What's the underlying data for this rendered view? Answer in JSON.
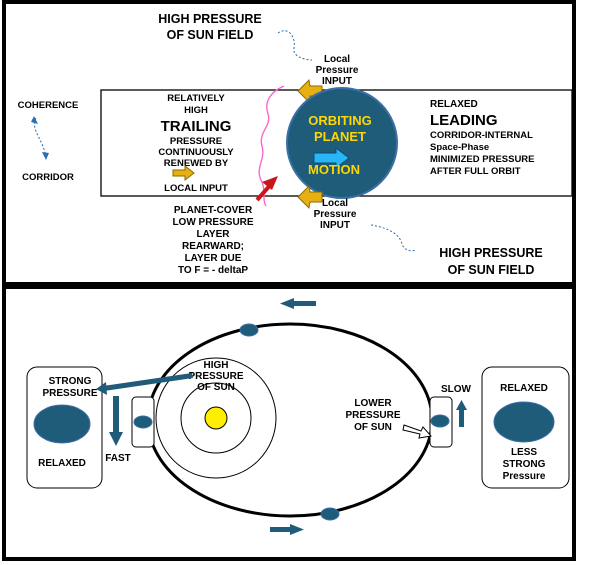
{
  "top": {
    "high_pressure_top": [
      "HIGH PRESSURE",
      "OF SUN FIELD"
    ],
    "high_pressure_bottom": [
      "HIGH PRESSURE",
      "OF SUN FIELD"
    ],
    "local_pressure_top": [
      "Local",
      "Pressure",
      "INPUT"
    ],
    "local_pressure_bottom": [
      "Local",
      "Pressure",
      "INPUT"
    ],
    "coherence": "COHERENCE",
    "corridor": "CORRIDOR",
    "trailing_pre": [
      "RELATIVELY",
      "HIGH"
    ],
    "trailing_title": "TRAILING",
    "trailing_post": [
      "PRESSURE",
      "CONTINUOUSLY",
      "RENEWED BY"
    ],
    "local_input": "LOCAL INPUT",
    "planet": [
      "ORBITING",
      "PLANET"
    ],
    "motion": "MOTION",
    "relaxed": "RELAXED",
    "leading_title": "LEADING",
    "leading_desc": [
      "CORRIDOR-INTERNAL",
      "Space-Phase",
      "MINIMIZED PRESSURE",
      "AFTER FULL ORBIT"
    ],
    "planet_cover": [
      "PLANET-COVER",
      "LOW PRESSURE",
      "LAYER",
      "REARWARD;",
      "LAYER  DUE",
      "TO F = - deltaP"
    ]
  },
  "bottom": {
    "high_pressure_sun": [
      "HIGH",
      "PRESSURE",
      "OF SUN"
    ],
    "strong_pressure": [
      "STRONG",
      "PRESSURE"
    ],
    "relaxed_left": "RELAXED",
    "fast": "FAST",
    "lower_pressure": [
      "LOWER",
      "PRESSURE",
      "OF SUN"
    ],
    "slow": "SLOW",
    "relaxed_right": "RELAXED",
    "less_strong": [
      "LESS",
      "STRONG",
      "Pressure"
    ]
  },
  "colors": {
    "planet_fill": "#1f5c7a",
    "planet_stroke": "#3b6fa5",
    "arrow_blue": "#1f5c7a",
    "highlight_yellow": "#ffd700",
    "motion_cyan": "#29b6f6",
    "gold_arrow": "#e6b012",
    "red_arrow": "#c9151b",
    "pink_line": "#ff66cc",
    "dash_blue": "#2a6fb0",
    "sun_yellow": "#ffee00"
  }
}
